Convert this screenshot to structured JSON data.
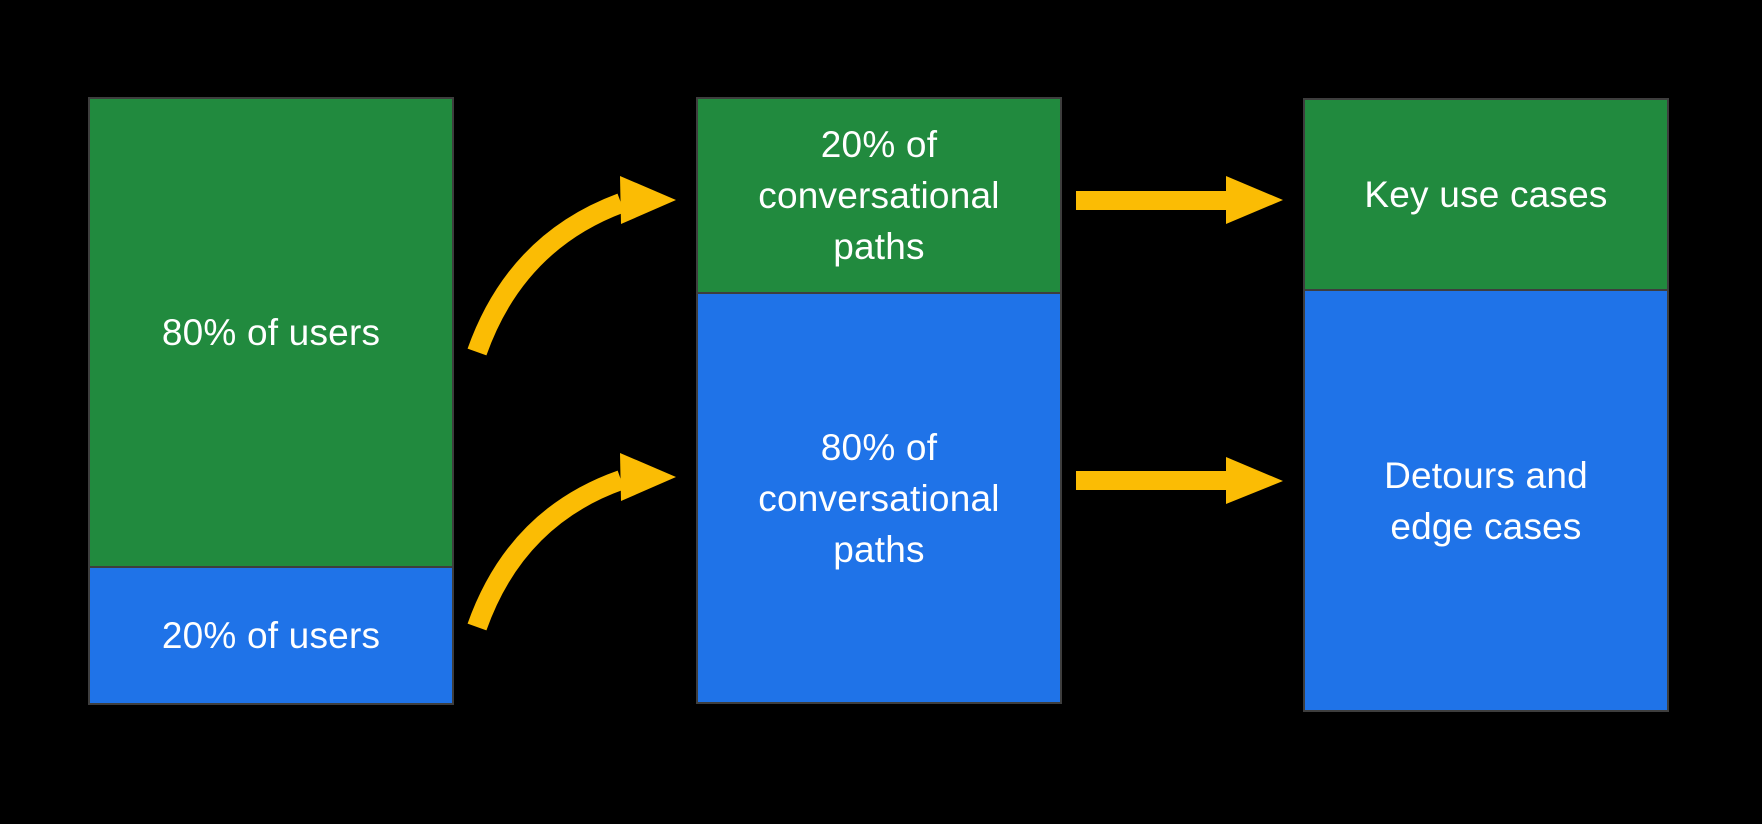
{
  "colors": {
    "green": "#218a3e",
    "blue": "#1f73e8",
    "yellow": "#fbbc04",
    "border": "#3e3e3e",
    "text": "#ffffff",
    "background": "#000000"
  },
  "diagram": {
    "description": "Three-column flow diagram: user share maps to conversational path share, which maps to outcome types",
    "columns": [
      {
        "id": "users",
        "segments": [
          {
            "label": "80% of users",
            "color": "green"
          },
          {
            "label": "20% of users",
            "color": "blue"
          }
        ]
      },
      {
        "id": "conversational-paths",
        "segments": [
          {
            "label": "20% of\nconversational\npaths",
            "color": "green"
          },
          {
            "label": "80% of\nconversational\npaths",
            "color": "blue"
          }
        ]
      },
      {
        "id": "outcomes",
        "segments": [
          {
            "label": "Key use cases",
            "color": "green"
          },
          {
            "label": "Detours and\nedge cases",
            "color": "blue"
          }
        ]
      }
    ],
    "arrows": [
      {
        "id": "users-80-to-paths-20",
        "style": "curved",
        "color": "yellow"
      },
      {
        "id": "users-20-to-paths-80",
        "style": "curved",
        "color": "yellow"
      },
      {
        "id": "paths-20-to-key-use-cases",
        "style": "straight",
        "color": "yellow"
      },
      {
        "id": "paths-80-to-detours",
        "style": "straight",
        "color": "yellow"
      }
    ]
  }
}
